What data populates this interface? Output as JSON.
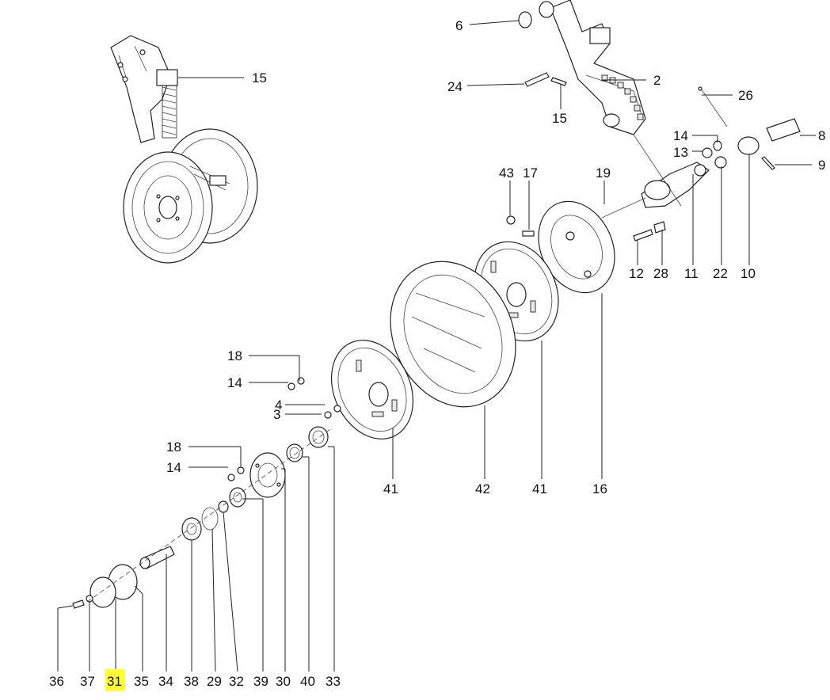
{
  "highlight_color": "#ffff33",
  "callouts": {
    "c6": "6",
    "c24": "24",
    "c2": "2",
    "c15a": "15",
    "c15b": "15",
    "c26": "26",
    "c14a": "14",
    "c13": "13",
    "c8": "8",
    "c9": "9",
    "c43": "43",
    "c17": "17",
    "c19": "19",
    "c12": "12",
    "c28": "28",
    "c11": "11",
    "c22": "22",
    "c10": "10",
    "c18a": "18",
    "c14b": "14",
    "c4": "4",
    "c3": "3",
    "c18b": "18",
    "c14c": "14",
    "c41a": "41",
    "c42": "42",
    "c41b": "41",
    "c16": "16"
  },
  "bottom_row": [
    {
      "key": "p36",
      "label": "36"
    },
    {
      "key": "p37",
      "label": "37"
    },
    {
      "key": "p31",
      "label": "31",
      "highlighted": true
    },
    {
      "key": "p35",
      "label": "35"
    },
    {
      "key": "p34",
      "label": "34"
    },
    {
      "key": "p38",
      "label": "38"
    },
    {
      "key": "p29",
      "label": "29"
    },
    {
      "key": "p32",
      "label": "32"
    },
    {
      "key": "p39",
      "label": "39"
    },
    {
      "key": "p30",
      "label": "30"
    },
    {
      "key": "p40",
      "label": "40"
    },
    {
      "key": "p33",
      "label": "33"
    }
  ]
}
